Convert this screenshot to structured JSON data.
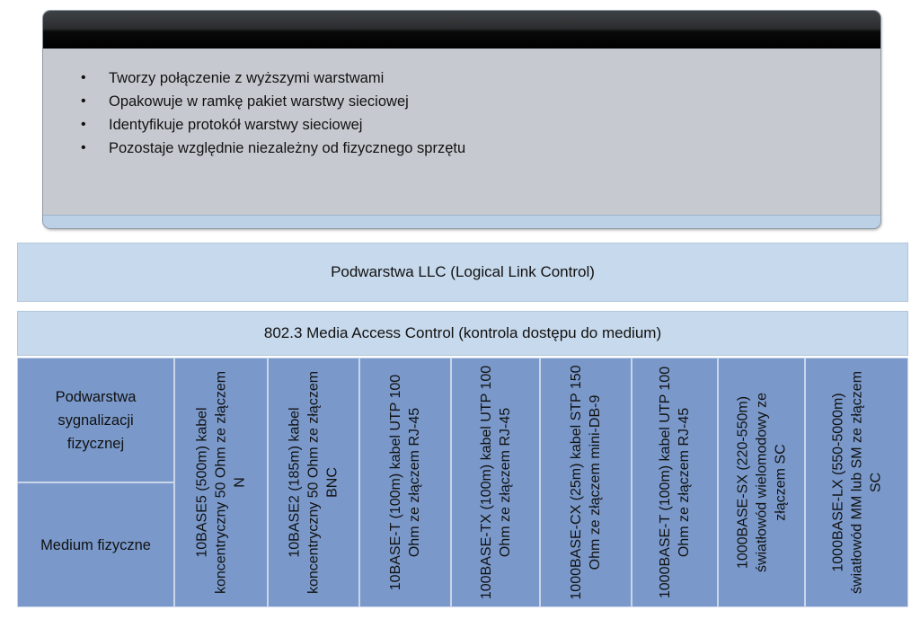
{
  "callout": {
    "bullets": [
      "Tworzy połączenie z wyższymi warstwami",
      "Opakowuje w ramkę pakiet warstwy sieciowej",
      "Identyfikuje protokół warstwy sieciowej",
      "Pozostaje względnie niezależny od fizycznego sprzętu"
    ]
  },
  "llc": {
    "label": "Podwarstwa LLC (Logical Link Control)"
  },
  "mac": {
    "label": "802.3 Media Access Control (kontrola dostępu do medium)"
  },
  "left": {
    "signaling": "Podwarstwa sygnalizacji fizycznej",
    "medium": "Medium fizyczne"
  },
  "standards": [
    "10BASE5 (500m) kabel koncentryczny 50 Ohm ze złączem N",
    "10BASE2 (185m) kabel koncentryczny 50 Ohm ze złączem BNC",
    "10BASE-T (100m) kabel UTP 100 Ohm ze złączem RJ-45",
    "100BASE-TX (100m) kabel UTP 100 Ohm ze złączem RJ-45",
    "1000BASE-CX (25m) kabel STP 150 Ohm ze złączem mini-DB-9",
    "1000BASE-T (100m) kabel UTP 100 Ohm ze złączem RJ-45",
    "1000BASE-SX (220-550m) światłowód wielomodowy ze złączem SC",
    "1000BASE-LX (550-5000m) światłowód MM lub SM ze złączem SC"
  ],
  "colors": {
    "header": "#000000",
    "callout_body": "#c6cad0",
    "band": "#c7d9ec",
    "cells": "#7a99ca"
  }
}
